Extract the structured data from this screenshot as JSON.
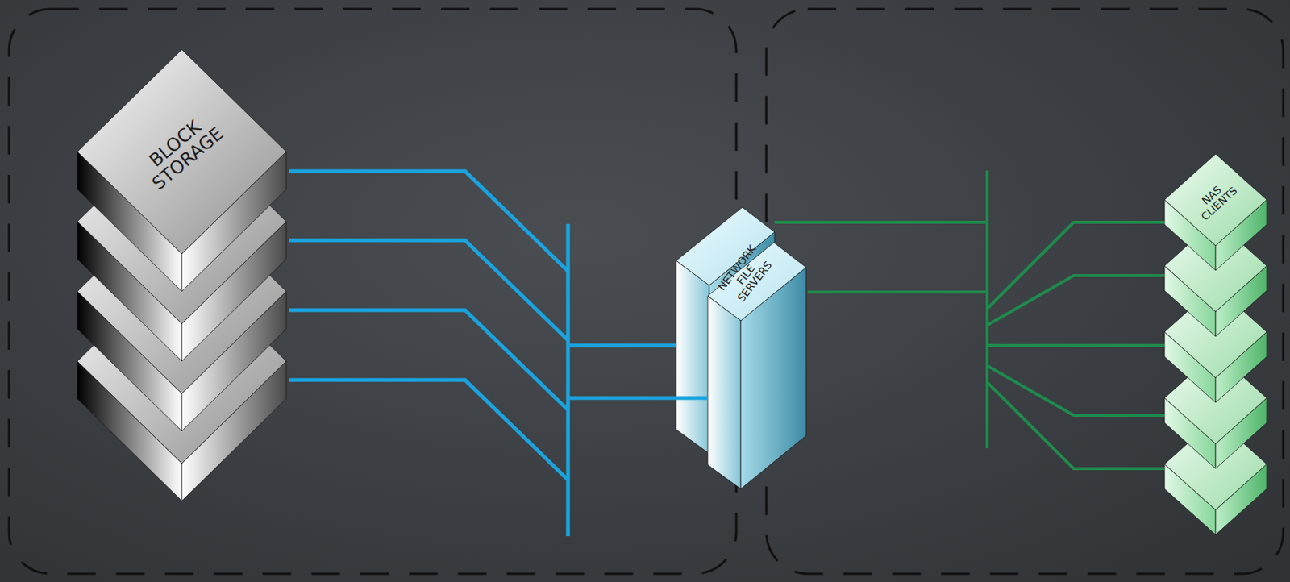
{
  "diagram": {
    "nodes": [
      {
        "text": [
          "BLOCK STORAGE"
        ]
      },
      {
        "text": [
          "NETWORK FILE SERVERS"
        ]
      },
      {
        "text": [
          "NAS CLIENTS"
        ]
      }
    ],
    "edges": [
      {
        "from": 0,
        "to": 1,
        "arrow": "none"
      },
      {
        "from": 1,
        "to": 2,
        "arrow": "none"
      }
    ]
  }
}
